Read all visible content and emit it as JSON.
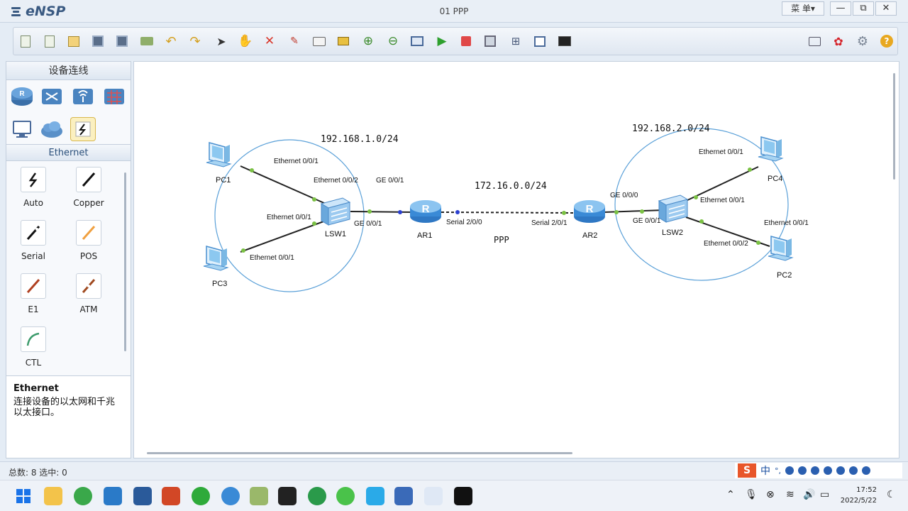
{
  "app": {
    "name": "eNSP",
    "window_title": "01 PPP",
    "menu_label": "菜 单▾"
  },
  "window_controls": {
    "minimize": "—",
    "restore": "⧉",
    "close": "✕"
  },
  "toolbar": {
    "left_icons": [
      "new-topology-icon",
      "new-wizard-icon",
      "open-icon",
      "save-icon",
      "save-as-icon",
      "print-icon",
      "undo-icon",
      "redo-icon",
      "select-icon",
      "pan-hand-icon",
      "delete-icon",
      "delete-link-icon",
      "text-note-icon",
      "rectangle-icon",
      "zoom-in-icon",
      "zoom-out-icon",
      "fit-window-icon",
      "start-device-icon",
      "stop-device-icon",
      "capture-icon",
      "topology-icon",
      "grid-icon",
      "console-icon"
    ],
    "right_icons": [
      "chat-icon",
      "huawei-icon",
      "settings-icon",
      "help-icon"
    ]
  },
  "left_panel": {
    "title": "设备连线",
    "device_categories": [
      "router-icon",
      "switch-icon",
      "wireless-icon",
      "firewall-icon",
      "pc-terminal-icon",
      "cloud-icon",
      "connection-icon"
    ],
    "subtitle": "Ethernet",
    "cables": [
      {
        "label": "Auto",
        "icon": "lightning-icon"
      },
      {
        "label": "Copper",
        "icon": "copper-cable-icon"
      },
      {
        "label": "Serial",
        "icon": "serial-cable-icon"
      },
      {
        "label": "POS",
        "icon": "pos-cable-icon"
      },
      {
        "label": "E1",
        "icon": "e1-cable-icon"
      },
      {
        "label": "ATM",
        "icon": "atm-cable-icon"
      },
      {
        "label": "CTL",
        "icon": "ctl-cable-icon"
      }
    ],
    "description": {
      "title": "Ethernet",
      "text": "连接设备的以太网和千兆以太接口。"
    }
  },
  "topology": {
    "networks": {
      "left": "192.168.1.0/24",
      "middle": "172.16.0.0/24",
      "right": "192.168.2.0/24",
      "link": "PPP"
    },
    "devices": {
      "pc1": "PC1",
      "pc3": "PC3",
      "lsw1": "LSW1",
      "ar1": "AR1",
      "ar2": "AR2",
      "lsw2": "LSW2",
      "pc4": "PC4",
      "pc2": "PC2"
    },
    "interfaces": {
      "pc1_if": "Ethernet 0/0/1",
      "lsw1_to_pc1": "Ethernet 0/0/2",
      "lsw1_to_pc3": "Ethernet 0/0/1",
      "pc3_if": "Ethernet 0/0/1",
      "ar1_ge": "GE 0/0/1",
      "lsw1_ge": "GE 0/0/1",
      "ar1_serial": "Serial 2/0/0",
      "ar2_serial": "Serial 2/0/1",
      "ar2_ge": "GE 0/0/0",
      "lsw2_ge": "GE 0/0/1",
      "pc4_if": "Ethernet 0/0/1",
      "lsw2_to_pc4": "Ethernet 0/0/1",
      "pc2_if": "Ethernet 0/0/1",
      "lsw2_to_pc2": "Ethernet 0/0/2"
    }
  },
  "status": {
    "text": "总数: 8  选中: 0"
  },
  "ime": {
    "chinese": "中",
    "punct": "°,"
  },
  "taskbar": {
    "apps": [
      "windows-start-icon",
      "file-explorer-icon",
      "browser-icon",
      "app-window-icon",
      "ensp-app-icon",
      "powerpoint-icon",
      "green-app-icon",
      "globe-icon",
      "notes-icon",
      "terminal-icon",
      "earth-app-icon",
      "wechat-icon",
      "blue-app-icon",
      "doc-app-icon",
      "ensp-logo-icon",
      "capcut-icon"
    ],
    "time": "17:52",
    "date": "2022/5/22"
  },
  "colors": {
    "accent": "#3a5a82",
    "link_green": "#7ac143",
    "link_blue": "#2a3fd0",
    "circle": "#5aa0d8"
  }
}
